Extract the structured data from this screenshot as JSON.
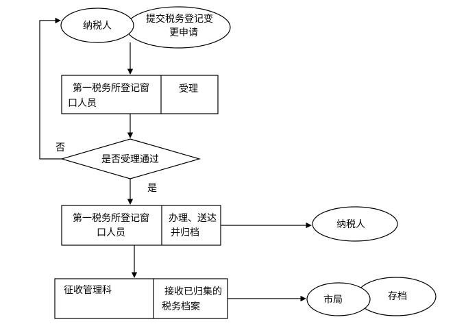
{
  "nodes": {
    "taxpayer_top": "纳税人",
    "submit_line1": "提交税务登记变",
    "submit_line2": "更申请",
    "box1_left_line1": "第一税务所登记窗",
    "box1_left_line2": "口人员",
    "box1_right": "受理",
    "decision": "是否受理通过",
    "box2_left_line1": "第一税务所登记窗",
    "box2_left_line2": "口人员",
    "box2_right_line1": "办理、送达",
    "box2_right_line2": "并归档",
    "taxpayer_right": "纳税人",
    "box3_left": "征收管理科",
    "box3_right_line1": "接收已归集的",
    "box3_right_line2": "税务档案",
    "city_bureau": "市局",
    "archive": "存档"
  },
  "edges": {
    "no": "否",
    "yes": "是"
  }
}
